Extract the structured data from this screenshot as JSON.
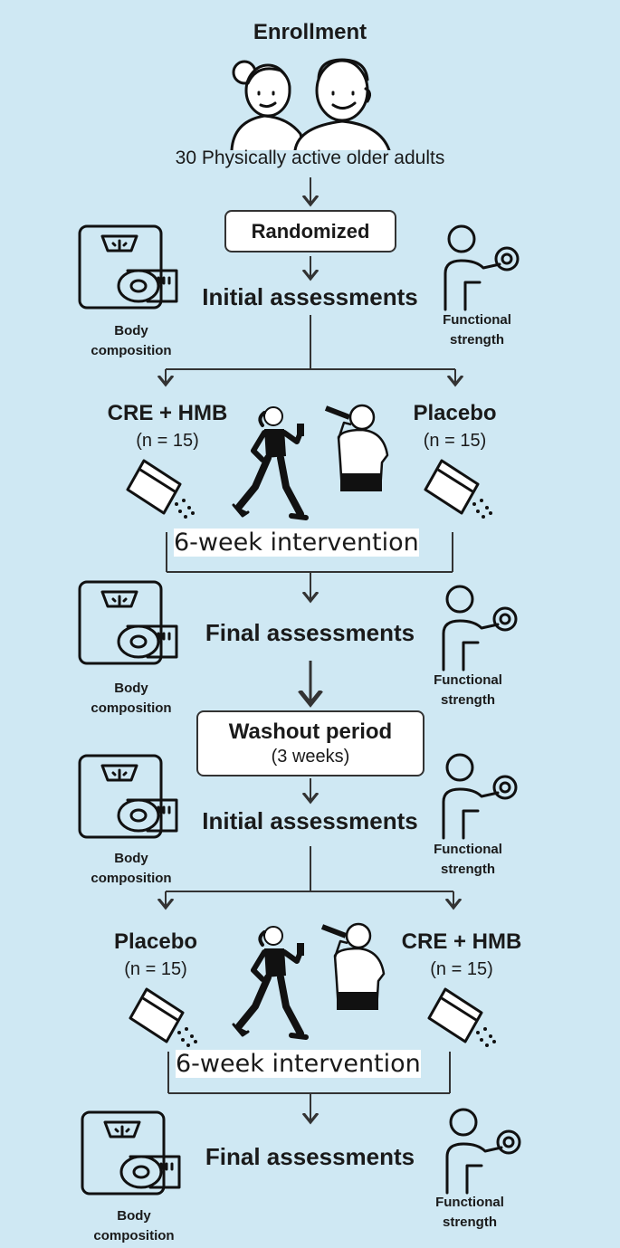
{
  "enrollment": {
    "title": "Enrollment",
    "participants": "30 Physically active older adults"
  },
  "randomized": "Randomized",
  "washout": {
    "title": "Washout period",
    "duration": "(3 weeks)"
  },
  "phases": [
    {
      "initial_assessments": "Initial assessments",
      "left_group": {
        "name": "CRE + HMB",
        "n": "(n = 15)"
      },
      "right_group": {
        "name": "Placebo",
        "n": "(n = 15)"
      },
      "intervention": "6-week intervention",
      "final_assessments": "Final assessments"
    },
    {
      "initial_assessments": "Initial assessments",
      "left_group": {
        "name": "Placebo",
        "n": "(n = 15)"
      },
      "right_group": {
        "name": "CRE + HMB",
        "n": "(n = 15)"
      },
      "intervention": "6-week intervention",
      "final_assessments": "Final assessments"
    }
  ],
  "measures": {
    "body_composition": "Body composition",
    "functional_strength": "Functional strength"
  },
  "icons": [
    "couple-icon",
    "scale-tape-icon",
    "dumbbell-person-icon",
    "sachet-icon",
    "runner-icon",
    "drinking-man-icon"
  ],
  "colors": {
    "background": "#cfe8f3",
    "line": "#333333",
    "box": "#ffffff"
  }
}
